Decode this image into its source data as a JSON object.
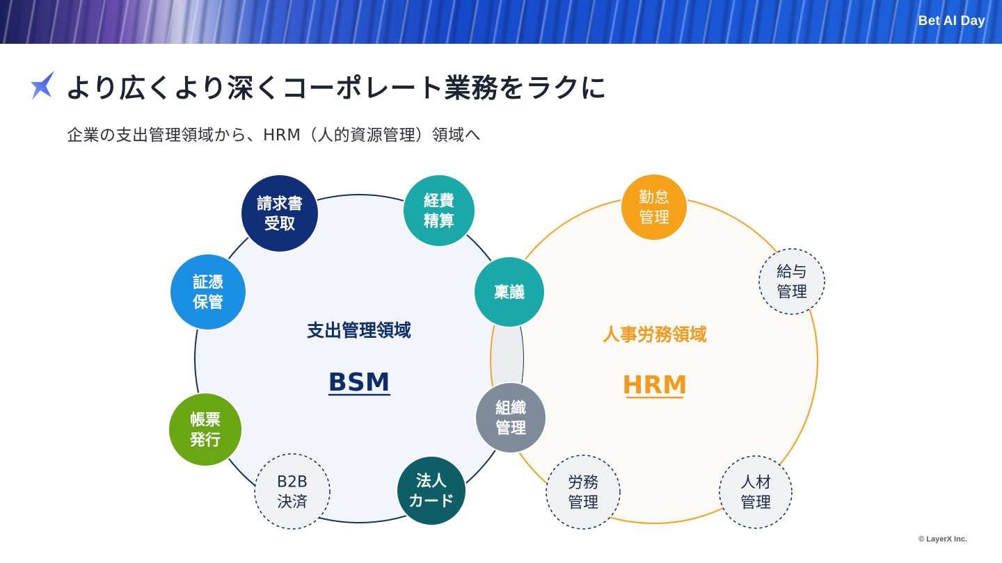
{
  "banner": {
    "logo": "Bet AI Day"
  },
  "title": "より広くより深くコーポレート業務をラクに",
  "subtitle": "企業の支出管理領域から、HRM（人的資源管理）領域へ",
  "bsm": {
    "domain_label": "支出管理領域",
    "abbr": "BSM",
    "color": "#0e2d6b",
    "nodes": [
      {
        "id": "invoice",
        "lines": [
          "請求書",
          "受取"
        ],
        "fill": "#102f78",
        "style": "solid"
      },
      {
        "id": "expense",
        "lines": [
          "経費",
          "精算"
        ],
        "fill": "#1aa9a8",
        "style": "solid"
      },
      {
        "id": "voucher",
        "lines": [
          "証憑",
          "保管"
        ],
        "fill": "#1a8fe3",
        "style": "solid"
      },
      {
        "id": "approval",
        "lines": [
          "稟議"
        ],
        "fill": "#1aa9a8",
        "style": "solid"
      },
      {
        "id": "billing",
        "lines": [
          "帳票",
          "発行"
        ],
        "fill": "#6aa514",
        "style": "solid"
      },
      {
        "id": "b2b",
        "lines": [
          "B2B",
          "決済"
        ],
        "fill": "#f1f2f4",
        "style": "dashed"
      },
      {
        "id": "card",
        "lines": [
          "法人",
          "カード"
        ],
        "fill": "#0d5e66",
        "style": "solid"
      },
      {
        "id": "org",
        "lines": [
          "組織",
          "管理"
        ],
        "fill": "#7f8a9a",
        "style": "solid"
      }
    ]
  },
  "hrm": {
    "domain_label": "人事労務領域",
    "abbr": "HRM",
    "color": "#f39a1e",
    "nodes": [
      {
        "id": "attendance",
        "lines": [
          "勤怠",
          "管理"
        ],
        "fill": "#f5a21a",
        "style": "solid"
      },
      {
        "id": "payroll",
        "lines": [
          "給与",
          "管理"
        ],
        "fill": "#f1f2f4",
        "style": "dashed"
      },
      {
        "id": "labor",
        "lines": [
          "労務",
          "管理"
        ],
        "fill": "#f1f2f4",
        "style": "dashed"
      },
      {
        "id": "talent",
        "lines": [
          "人材",
          "管理"
        ],
        "fill": "#f1f2f4",
        "style": "dashed"
      }
    ]
  },
  "copyright": "© LayerX Inc."
}
